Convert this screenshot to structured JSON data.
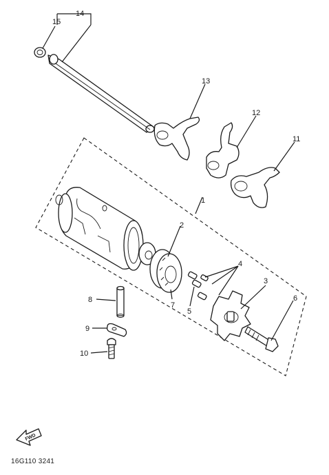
{
  "callouts": {
    "p1": "1",
    "p2": "2",
    "p3": "3",
    "p4": "4",
    "p5": "5",
    "p6": "6",
    "p7": "7",
    "p8": "8",
    "p9": "9",
    "p10": "10",
    "p11": "11",
    "p12": "12",
    "p13": "13",
    "p14": "14",
    "p15": "15"
  },
  "forward_label": "FWD",
  "diagram_code": "16G110 3241"
}
